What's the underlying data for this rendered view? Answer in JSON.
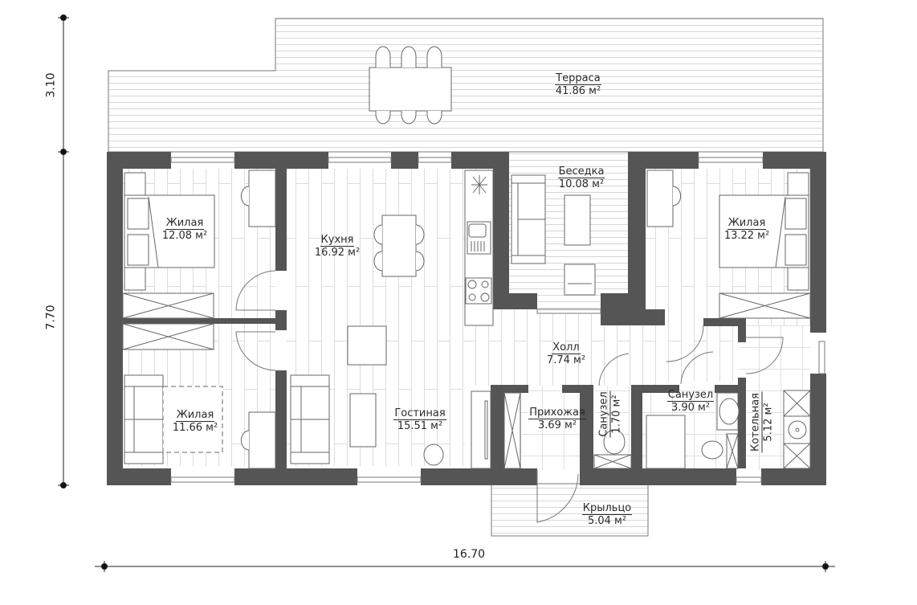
{
  "title": "Floor plan",
  "colors": {
    "wall": "#555555",
    "floor_line": "#d9d9d9",
    "furniture": "#6a6a6a",
    "text": "#2b2b2b",
    "background": "#ffffff"
  },
  "dimensions": {
    "terrace_depth": "3.10",
    "house_depth": "7.70",
    "house_width": "16.70"
  },
  "rooms": [
    {
      "id": "terrace",
      "name": "Терраса",
      "area": "41.86 м²"
    },
    {
      "id": "bedroom_1",
      "name": "Жилая",
      "area": "12.08 м²"
    },
    {
      "id": "kitchen",
      "name": "Кухня",
      "area": "16.92 м²"
    },
    {
      "id": "gazebo",
      "name": "Беседка",
      "area": "10.08 м²"
    },
    {
      "id": "bedroom_2",
      "name": "Жилая",
      "area": "13.22 м²"
    },
    {
      "id": "bedroom_3",
      "name": "Жилая",
      "area": "11.66 м²"
    },
    {
      "id": "hall",
      "name": "Холл",
      "area": "7.74 м²"
    },
    {
      "id": "living",
      "name": "Гостиная",
      "area": "15.51 м²"
    },
    {
      "id": "entrance",
      "name": "Прихожая",
      "area": "3.69 м²"
    },
    {
      "id": "wc_small",
      "name": "Санузел",
      "area": "1.70 м²"
    },
    {
      "id": "bathroom",
      "name": "Санузел",
      "area": "3.90 м²"
    },
    {
      "id": "boiler",
      "name": "Котельная",
      "area": "5.12 м²"
    },
    {
      "id": "porch",
      "name": "Крыльцо",
      "area": "5.04 м²"
    }
  ]
}
